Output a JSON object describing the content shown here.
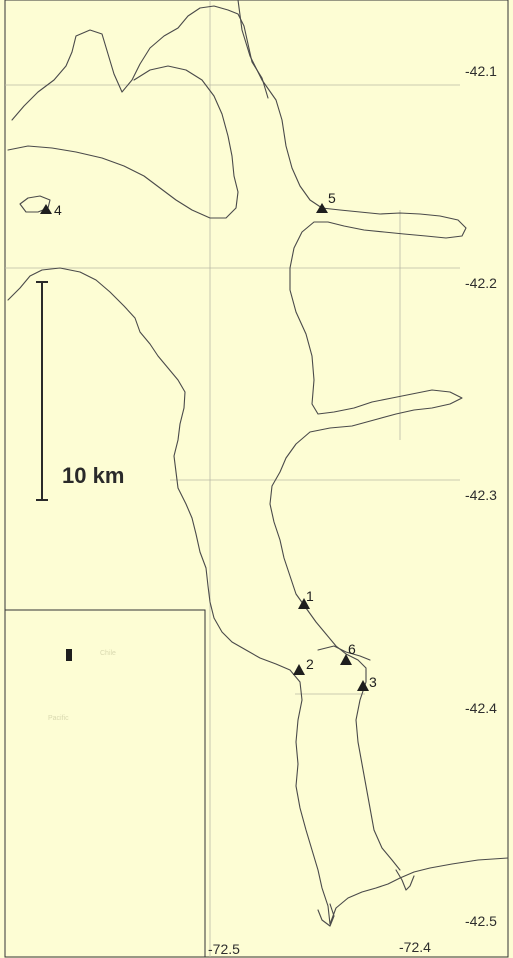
{
  "map": {
    "background_color": "#fdfdd4",
    "coastline_color": "#4a4a4a",
    "marker_color": "#1e1e1e",
    "latitude_labels": [
      "-42.1",
      "-42.2",
      "-42.3",
      "-42.4",
      "-42.5"
    ],
    "longitude_labels": [
      "-72.5",
      "-72.4"
    ],
    "scale_bar": {
      "label": "10 km"
    },
    "sites": [
      {
        "label": "1"
      },
      {
        "label": "2"
      },
      {
        "label": "3"
      },
      {
        "label": "4"
      },
      {
        "label": "5"
      },
      {
        "label": "6"
      }
    ],
    "inset": {
      "text_1": "Chile",
      "text_2": "Pacific"
    }
  }
}
